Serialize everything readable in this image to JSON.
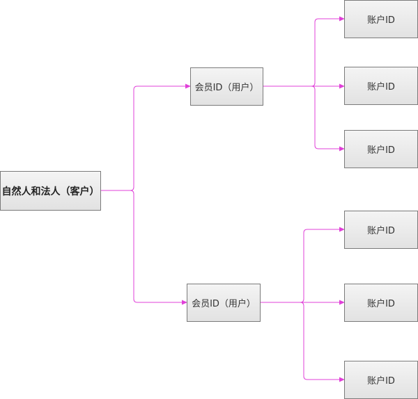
{
  "colors": {
    "connector": "#e040d8",
    "node_border": "#7a7a7a"
  },
  "root": {
    "label": "自然人和法人（客户）"
  },
  "members": [
    {
      "label": "会员ID（用户）",
      "accounts": [
        "账户ID",
        "账户ID",
        "账户ID"
      ]
    },
    {
      "label": "会员ID（用户）",
      "accounts": [
        "账户ID",
        "账户ID",
        "账户ID"
      ]
    }
  ]
}
